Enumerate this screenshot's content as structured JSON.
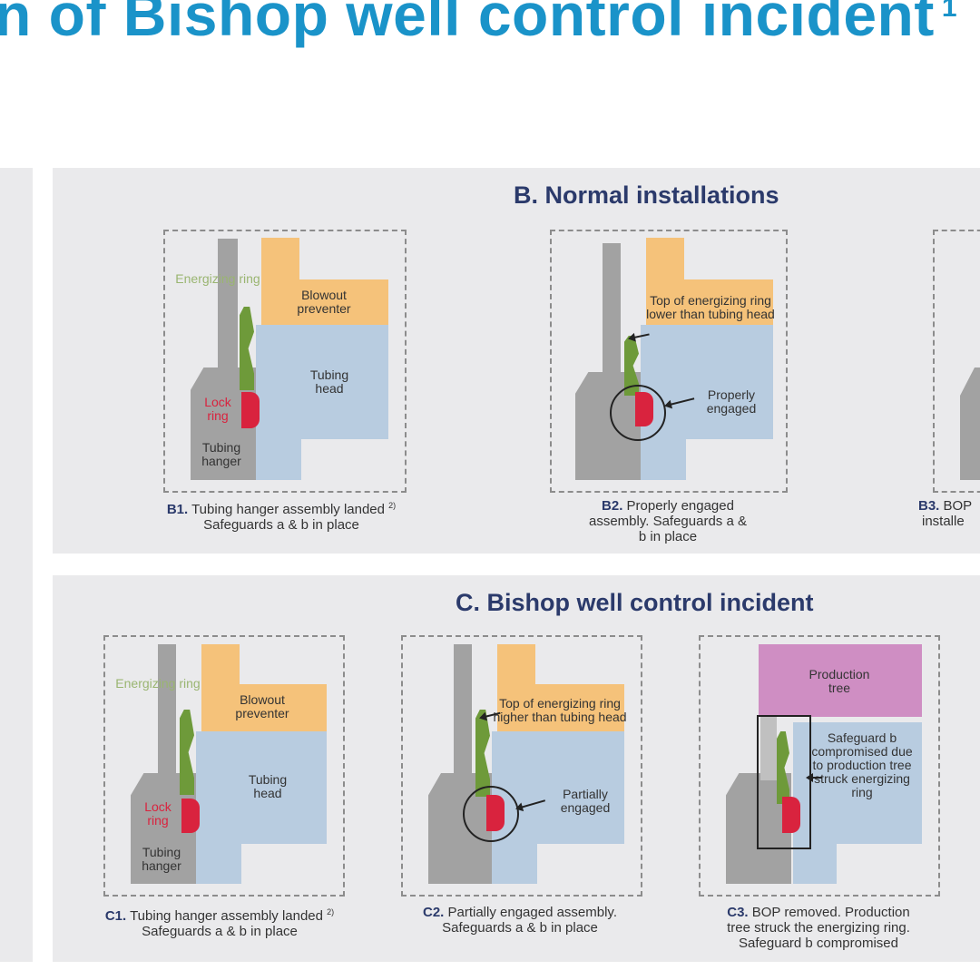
{
  "title": {
    "text": "n of Bishop well control incident",
    "superscript": "1"
  },
  "panel_b": {
    "heading": "B. Normal installations",
    "b1": {
      "caption_id": "B1.",
      "caption_line1": " Tubing hanger assembly landed",
      "caption_sup": "2)",
      "caption_line2": "Safeguards a & b in place",
      "energizing_ring": "Energizing ring",
      "blowout_preventer": "Blowout preventer",
      "tubing_head": "Tubing head",
      "lock_ring": "Lock ring",
      "tubing_hanger": "Tubing hanger"
    },
    "b2": {
      "caption_id": "B2.",
      "caption_line1": " Properly engaged",
      "caption_line2": "assembly. Safeguards a &",
      "caption_line3": "b in place",
      "top_note": "Top of energizing ring lower than tubing head",
      "engaged_note": "Properly engaged"
    },
    "b3": {
      "caption_id": "B3.",
      "caption_line1": " BOP",
      "caption_line2": "installe"
    }
  },
  "panel_c": {
    "heading": "C. Bishop well control incident",
    "c1": {
      "caption_id": "C1.",
      "caption_line1": " Tubing hanger assembly landed",
      "caption_sup": "2)",
      "caption_line2": "Safeguards a & b in place",
      "energizing_ring": "Energizing ring",
      "blowout_preventer": "Blowout preventer",
      "tubing_head": "Tubing head",
      "lock_ring": "Lock ring",
      "tubing_hanger": "Tubing hanger"
    },
    "c2": {
      "caption_id": "C2.",
      "caption_line1": " Partially engaged assembly.",
      "caption_line2": "Safeguards a &  b in place",
      "top_note": "Top of energizing ring higher than tubing head",
      "engaged_note": "Partially engaged"
    },
    "c3": {
      "caption_id": "C3.",
      "caption_line1": " BOP removed. Production",
      "caption_line2": "tree struck the energizing ring.",
      "caption_line3": "Safeguard b compromised",
      "production_tree": "Production tree",
      "safeguard_note": "Safeguard b compromised due to production tree struck energizing ring"
    }
  }
}
